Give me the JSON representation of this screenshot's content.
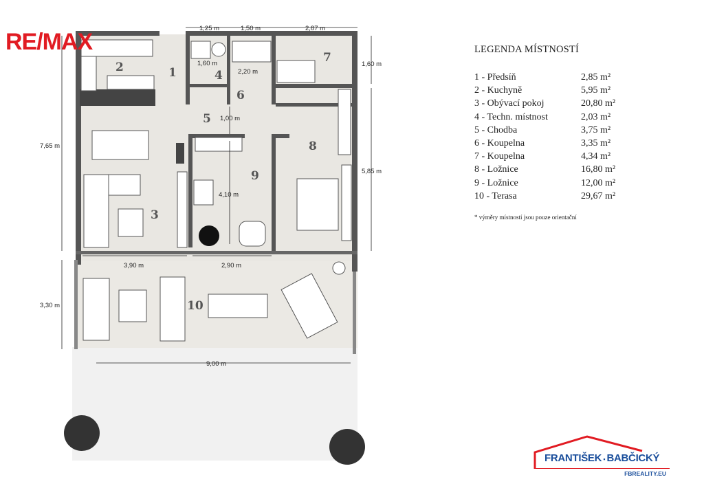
{
  "brand_left": "RE/MAX",
  "brand_right": {
    "name": "FRANTIŠEK",
    "name2": "BABČICKÝ",
    "url": "FBREALITY.EU"
  },
  "legend": {
    "title": "LEGENDA MÍSTNOSTÍ",
    "rooms": [
      {
        "label": "1 - Předsíň",
        "area": "2,85 m²"
      },
      {
        "label": "2 - Kuchyně",
        "area": "5,95 m²"
      },
      {
        "label": "3 - Obývací pokoj",
        "area": "20,80 m²"
      },
      {
        "label": "4 - Techn. místnost",
        "area": "2,03 m²"
      },
      {
        "label": "5 - Chodba",
        "area": "3,75 m²"
      },
      {
        "label": "6 - Koupelna",
        "area": "3,35 m²"
      },
      {
        "label": "7 - Koupelna",
        "area": "4,34 m²"
      },
      {
        "label": "8 - Ložnice",
        "area": "16,80 m²"
      },
      {
        "label": "9 - Ložnice",
        "area": "12,00 m²"
      },
      {
        "label": "10 - Terasa",
        "area": "29,67 m²"
      }
    ],
    "note": "* výměry místností jsou pouze orientační"
  },
  "plan": {
    "room_numbers": [
      "1",
      "2",
      "3",
      "4",
      "5",
      "6",
      "7",
      "8",
      "9",
      "10"
    ],
    "dimensions": {
      "top_a": "1,25 m",
      "top_b": "1,50 m",
      "top_c": "2,87 m",
      "right_top": "1,60 m",
      "left_main": "7,65 m",
      "right_main": "5,85 m",
      "room4_w": "1,60 m",
      "room6_h": "2,20 m",
      "hall": "1,00 m",
      "room9_h": "4,10 m",
      "living_w": "3,90 m",
      "room9_w": "2,90 m",
      "terrace_h": "3,30 m",
      "terrace_w": "9,00 m"
    }
  }
}
